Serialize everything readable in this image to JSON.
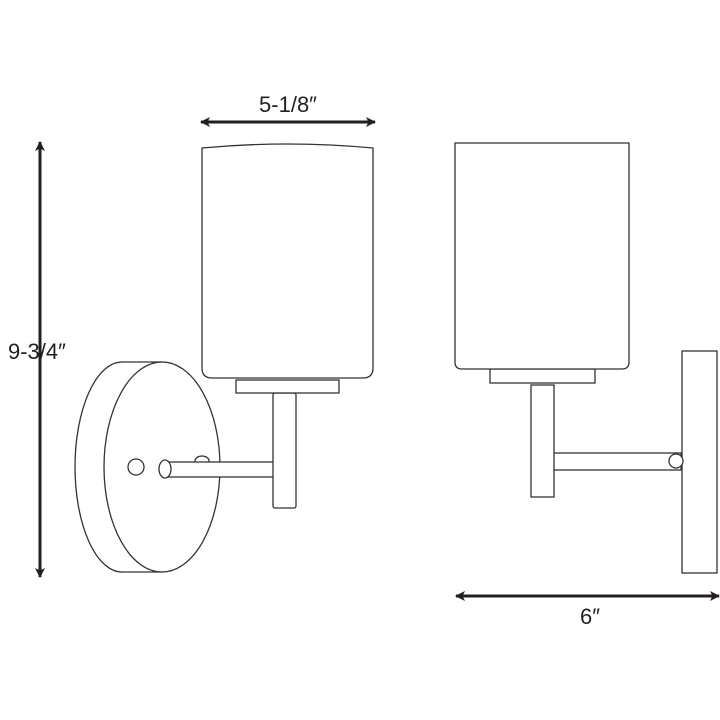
{
  "dimensions": {
    "height": "9-3/4″",
    "width": "5-1/8″",
    "depth": "6″"
  },
  "colors": {
    "line": "#333333",
    "arrow": "#231f20",
    "background": "#ffffff"
  }
}
